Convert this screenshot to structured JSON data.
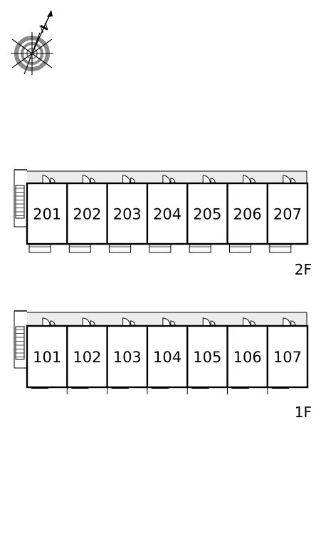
{
  "compass": {
    "north_label": "N",
    "icon": "compass-rose-icon"
  },
  "floors": [
    {
      "label": "2F",
      "units": [
        "201",
        "202",
        "203",
        "204",
        "205",
        "206",
        "207"
      ],
      "balcony": true
    },
    {
      "label": "1F",
      "units": [
        "101",
        "102",
        "103",
        "104",
        "105",
        "106",
        "107"
      ],
      "balcony": false
    }
  ],
  "colors": {
    "corridor": "#ececec",
    "line": "#000000",
    "compass_ring": "#8a8a8a"
  }
}
